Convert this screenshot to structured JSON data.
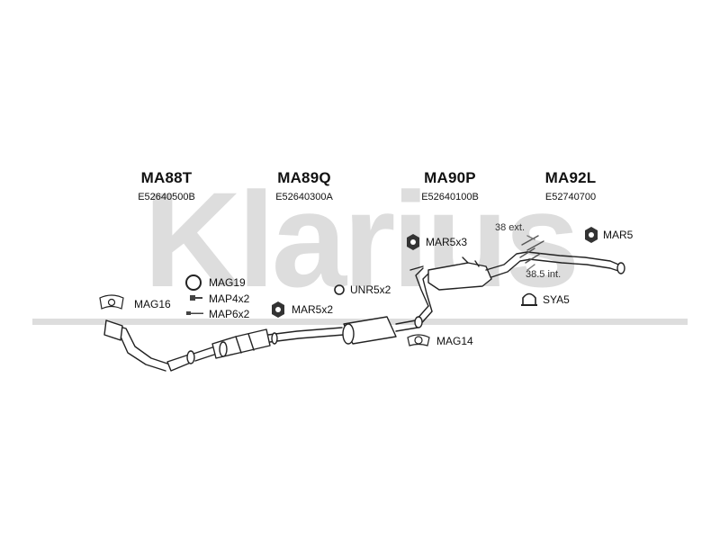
{
  "watermark": {
    "text": "Klarius",
    "color": "#d9d9d9"
  },
  "sections": [
    {
      "code": "MA88T",
      "ref": "E52640500B"
    },
    {
      "code": "MA89Q",
      "ref": "E52640300A"
    },
    {
      "code": "MA90P",
      "ref": "E52640100B"
    },
    {
      "code": "MA92L",
      "ref": "E52740700"
    }
  ],
  "fittings": {
    "mag16": "MAG16",
    "mag19": "MAG19",
    "map4": "MAP4x2",
    "map6": "MAP6x2",
    "mar5x2": "MAR5x2",
    "unr5x2": "UNR5x2",
    "mar5x3": "MAR5x3",
    "mag14": "MAG14",
    "sya5": "SYA5",
    "mar5": "MAR5"
  },
  "dimensions": {
    "ext": "38 ext.",
    "int": "38.5 int."
  },
  "icons": {
    "mag16": "gasket-icon",
    "mag19": "ring-icon",
    "map4": "bolt-icon",
    "map6": "bolt-icon",
    "mar5x2": "rubber-mount-icon",
    "unr5x2": "ring-icon",
    "mar5x3": "rubber-mount-icon",
    "mag14": "gasket-icon",
    "sya5": "clamp-icon",
    "mar5": "rubber-mount-icon"
  }
}
